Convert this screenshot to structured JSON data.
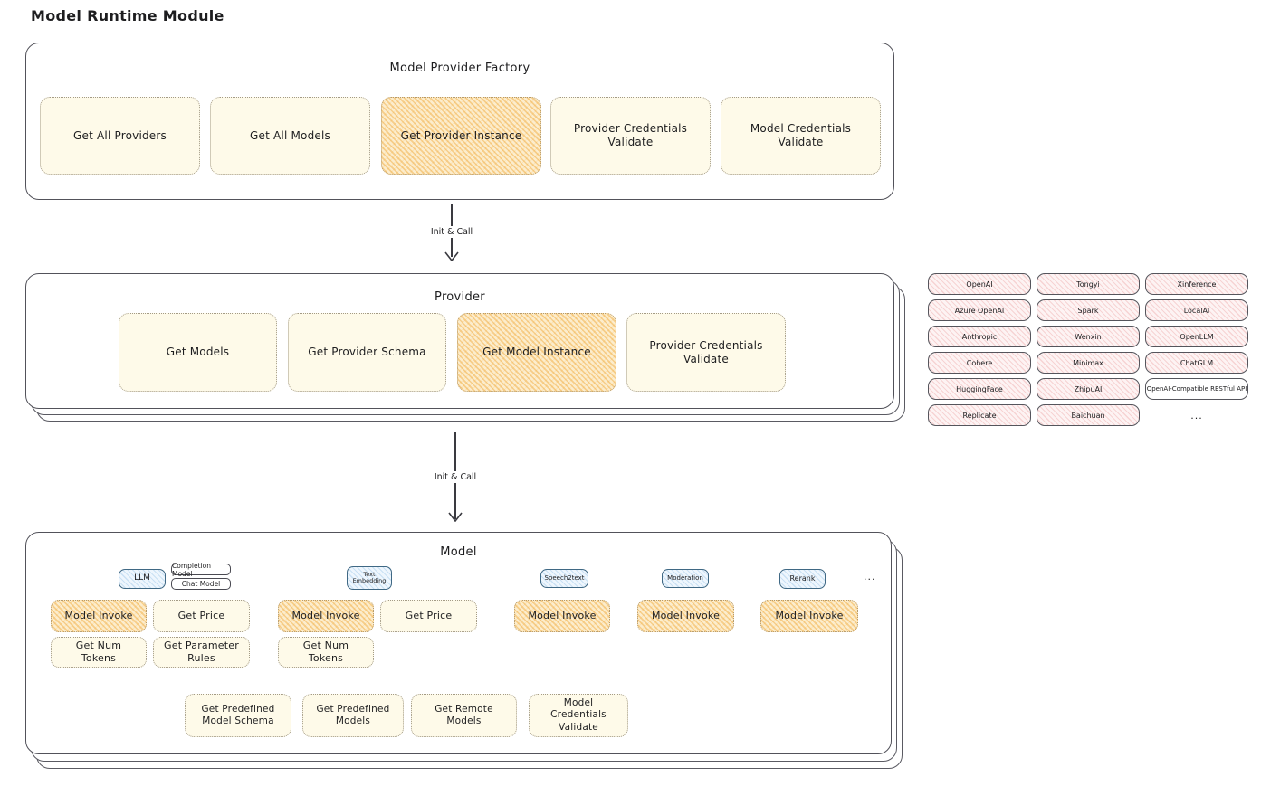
{
  "page_title": "Model Runtime Module",
  "colors": {
    "highlight_orange": "#f6c36d",
    "node_yellow": "#fdf5d7",
    "provider_pink": "#fbe9e8",
    "type_blue": "#dcecf8",
    "outline_dark": "#52525a",
    "text": "#1d1d1f"
  },
  "arrows": {
    "factory_to_provider": "Init & Call",
    "provider_to_model": "Init & Call"
  },
  "factory": {
    "title": "Model Provider Factory",
    "items": [
      {
        "label": "Get All Providers",
        "highlight": false
      },
      {
        "label": "Get All Models",
        "highlight": false
      },
      {
        "label": "Get Provider Instance",
        "highlight": true
      },
      {
        "label": "Provider Credentials Validate",
        "highlight": false
      },
      {
        "label": "Model Credentials Validate",
        "highlight": false
      }
    ]
  },
  "provider": {
    "title": "Provider",
    "items": [
      {
        "label": "Get Models",
        "highlight": false
      },
      {
        "label": "Get Provider Schema",
        "highlight": false
      },
      {
        "label": "Get Model Instance",
        "highlight": true
      },
      {
        "label": "Provider Credentials Validate",
        "highlight": false
      }
    ]
  },
  "provider_list": {
    "items": [
      {
        "label": "OpenAI"
      },
      {
        "label": "Tongyi"
      },
      {
        "label": "Xinference"
      },
      {
        "label": "Azure OpenAI"
      },
      {
        "label": "Spark"
      },
      {
        "label": "LocalAI"
      },
      {
        "label": "Anthropic"
      },
      {
        "label": "Wenxin"
      },
      {
        "label": "OpenLLM"
      },
      {
        "label": "Cohere"
      },
      {
        "label": "Minimax"
      },
      {
        "label": "ChatGLM"
      },
      {
        "label": "HuggingFace"
      },
      {
        "label": "ZhipuAI"
      },
      {
        "label": "OpenAI-Compatible RESTful API"
      },
      {
        "label": "Replicate"
      },
      {
        "label": "Baichuan"
      },
      {
        "label": "..."
      }
    ]
  },
  "model": {
    "title": "Model",
    "types": {
      "llm": "LLM",
      "completion": "Completion Model",
      "chat": "Chat Model",
      "text_embedding": "Text Embedding",
      "speech2text": "Speech2text",
      "moderation": "Moderation",
      "rerank": "Rerank",
      "more": "..."
    },
    "ops": {
      "llm_invoke": "Model Invoke",
      "llm_price": "Get Price",
      "llm_tokens": "Get Num Tokens",
      "llm_rules": "Get Parameter Rules",
      "te_invoke": "Model Invoke",
      "te_price": "Get Price",
      "te_tokens": "Get Num Tokens",
      "s2t_invoke": "Model Invoke",
      "mod_invoke": "Model Invoke",
      "rerank_invoke": "Model Invoke"
    },
    "bottom": [
      {
        "label": "Get Predefined Model Schema"
      },
      {
        "label": "Get Predefined Models"
      },
      {
        "label": "Get Remote Models"
      },
      {
        "label": "Model Credentials Validate"
      }
    ]
  }
}
